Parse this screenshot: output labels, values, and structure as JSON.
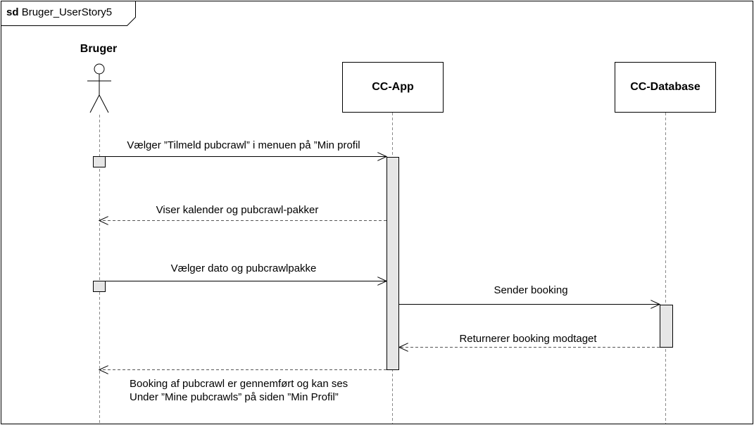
{
  "frame": {
    "keyword": "sd",
    "title": "Bruger_UserStory5"
  },
  "lifelines": {
    "actor": {
      "name": "Bruger"
    },
    "app": {
      "name": "CC-App"
    },
    "database": {
      "name": "CC-Database"
    }
  },
  "messages": [
    {
      "label": "Vælger ”Tilmeld pubcrawl” i menuen på ”Min profil",
      "kind": "call"
    },
    {
      "label": "Viser kalender og pubcrawl-pakker",
      "kind": "return"
    },
    {
      "label": "Vælger dato og pubcrawlpakke",
      "kind": "call"
    },
    {
      "label": "Sender booking",
      "kind": "call"
    },
    {
      "label": "Returnerer booking modtaget",
      "kind": "return"
    },
    {
      "label_line1": "Booking af pubcrawl er gennemført og kan ses",
      "label_line2": "Under ”Mine pubcrawls” på siden ”Min Profil”",
      "kind": "return"
    }
  ]
}
